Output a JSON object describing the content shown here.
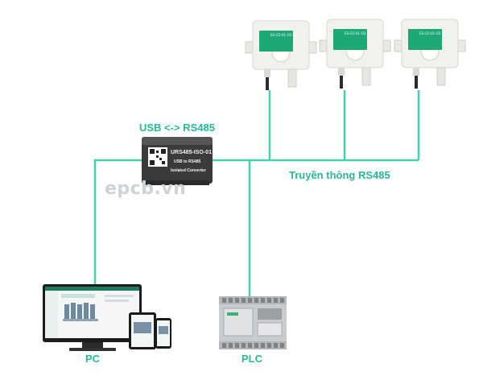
{
  "labels": {
    "usb_rs485": "USB <-> RS485",
    "bus": "Truyền thông RS485",
    "pc": "PC",
    "plc": "PLC"
  },
  "watermark": "epcb.vn",
  "converter": {
    "line1": "URS485-ISO-01",
    "line2": "USB to RS485",
    "line3": "Isolated Converter"
  },
  "sensors": [
    {
      "label": "ES-CO-01-O3 Sensor"
    },
    {
      "label": "ES-CO-01-O3 Sensor"
    },
    {
      "label": "ES-CO-01-O3 Sensor"
    }
  ],
  "colors": {
    "line": "#43d3b0",
    "label": "#27b99a",
    "tag": "#1ea876"
  }
}
